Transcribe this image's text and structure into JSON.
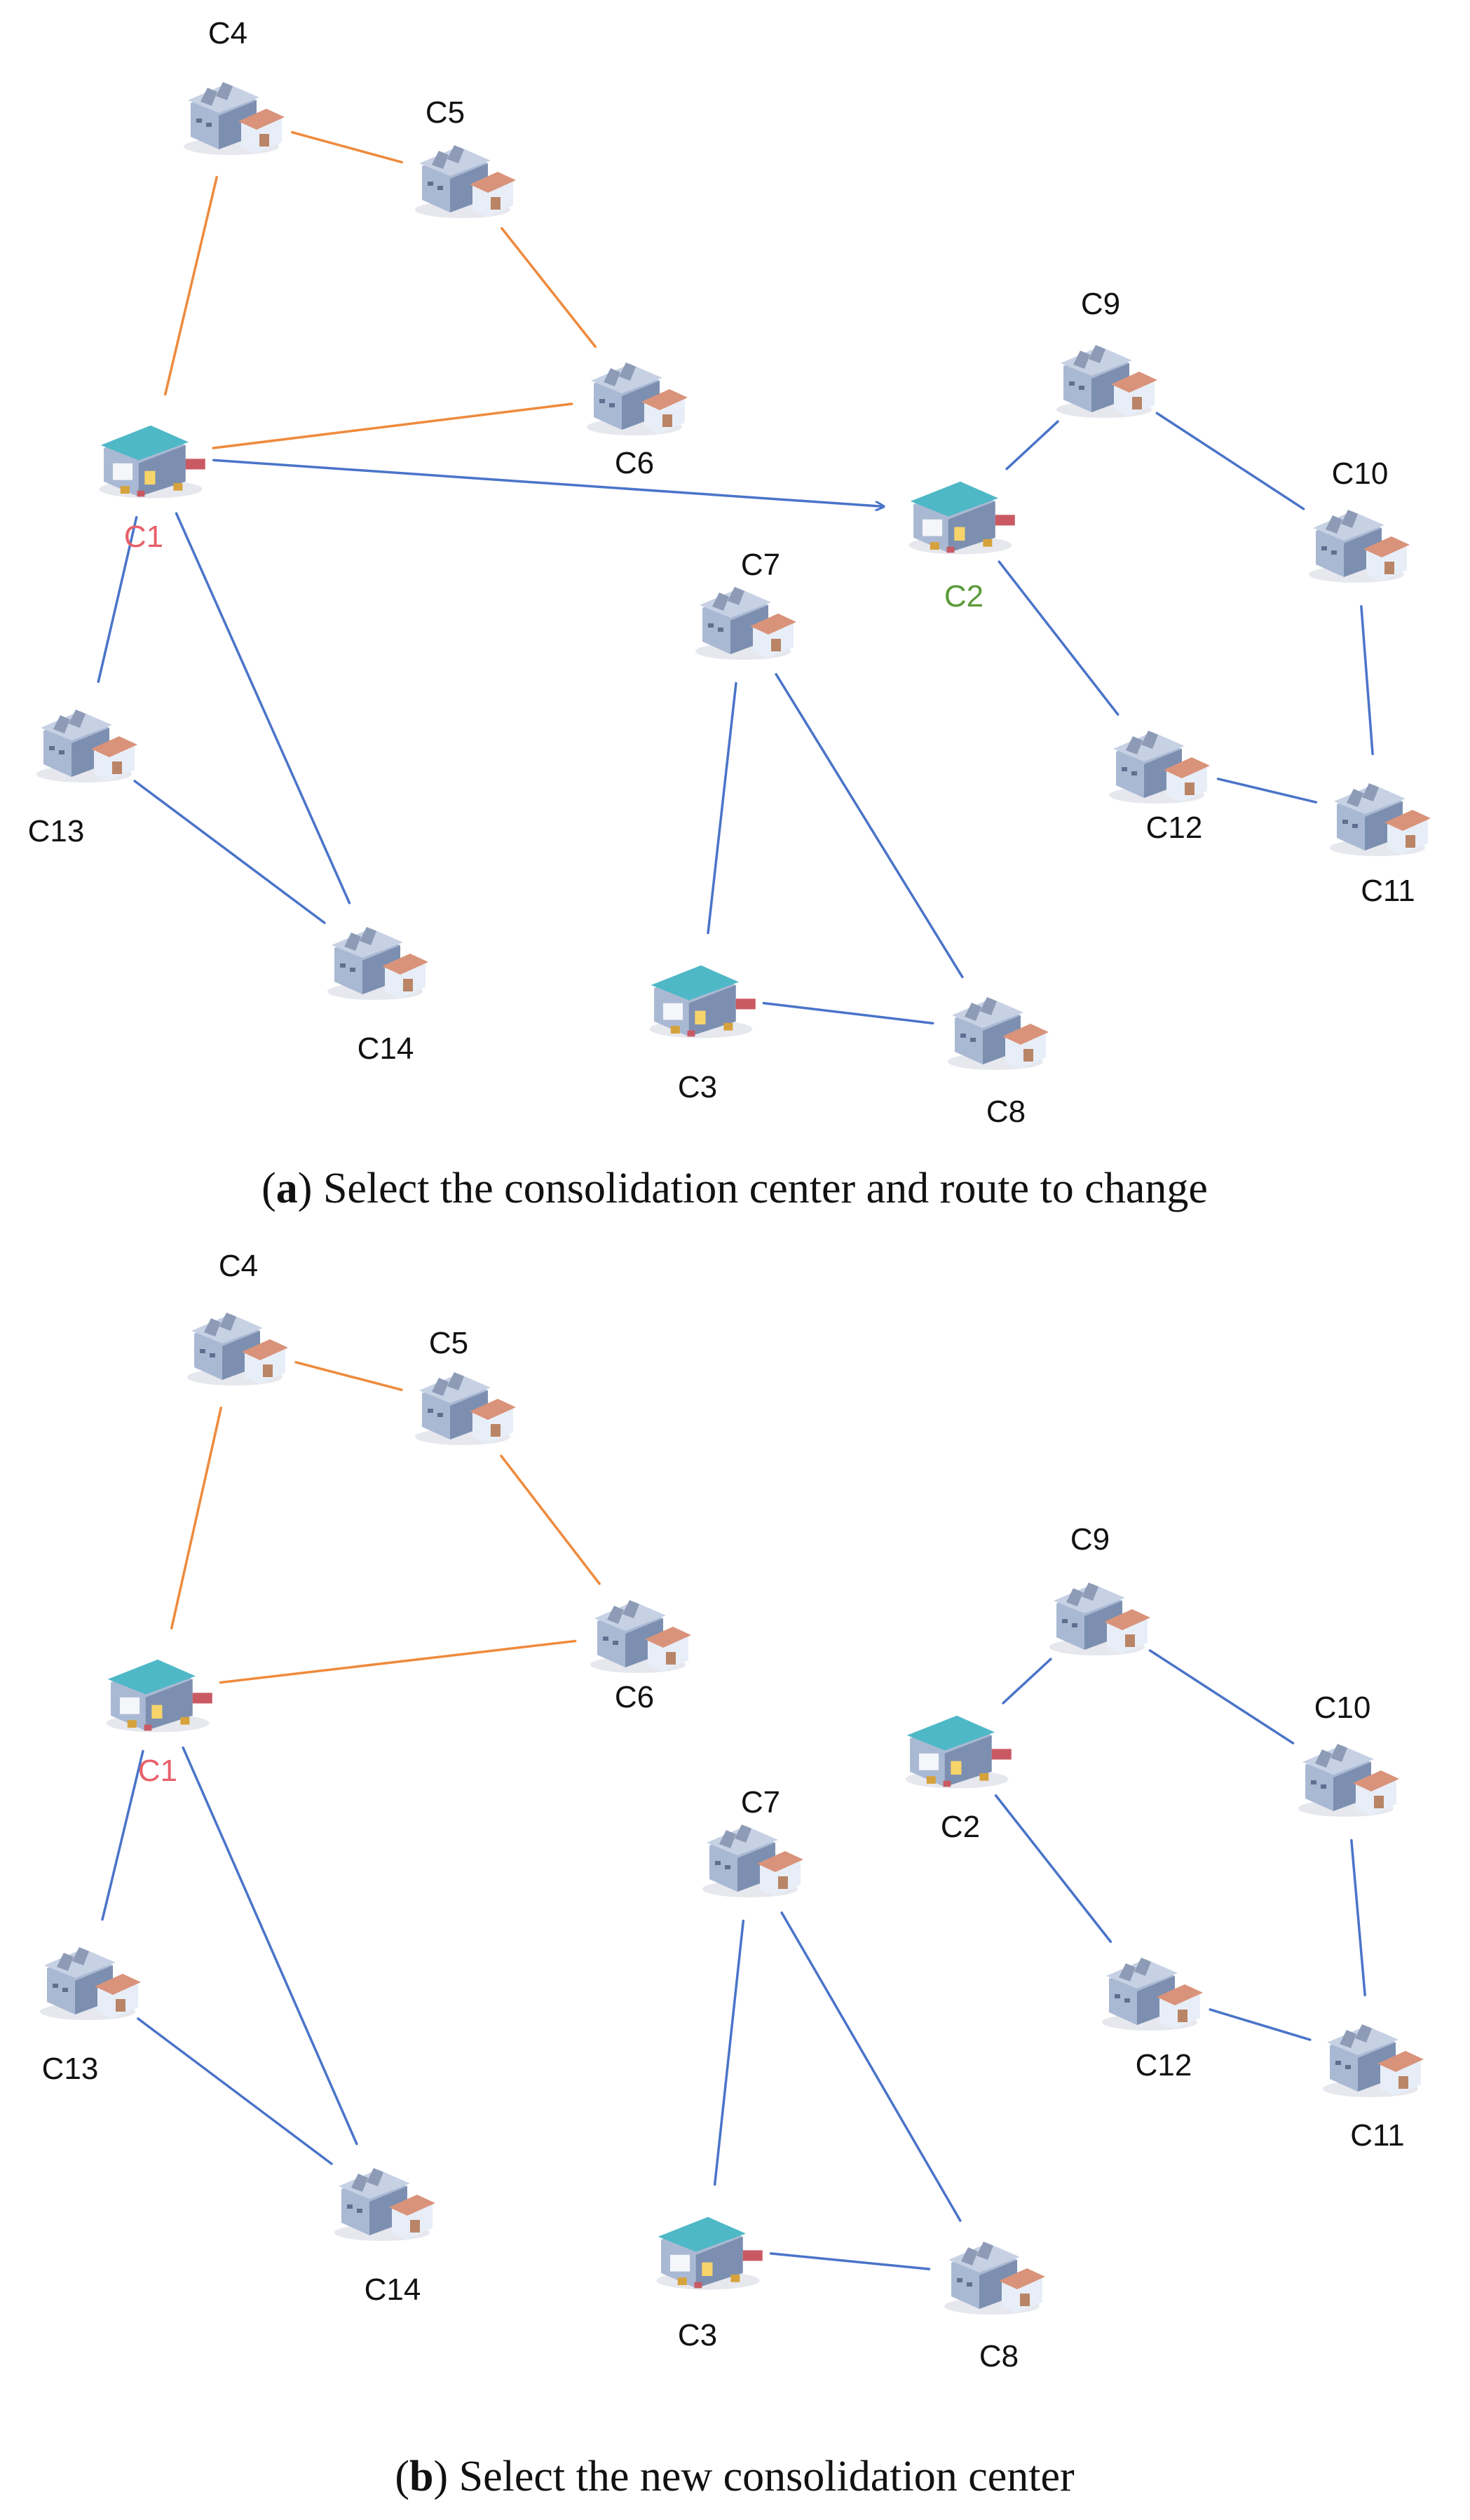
{
  "colors": {
    "orange_route": "#ee8a3c",
    "blue_route": "#4a74c9",
    "label_default": "#111111",
    "label_red": "#e8606a",
    "label_green": "#5b9b3a",
    "building_wall": "#aab9d3",
    "building_wall_dark": "#7c8fb0",
    "building_roof": "#d9937a",
    "center_roof": "#4fb8c7"
  },
  "panels": [
    {
      "id": "a",
      "caption": {
        "letter": "a",
        "text": "Select the consolidation center and route to change"
      },
      "nodes": [
        {
          "id": "C4",
          "label": "C4",
          "kind": "customer"
        },
        {
          "id": "C5",
          "label": "C5",
          "kind": "customer"
        },
        {
          "id": "C6",
          "label": "C6",
          "kind": "customer"
        },
        {
          "id": "C1",
          "label": "C1",
          "kind": "center",
          "label_color": "red"
        },
        {
          "id": "C13",
          "label": "C13",
          "kind": "customer"
        },
        {
          "id": "C14",
          "label": "C14",
          "kind": "customer"
        },
        {
          "id": "C7",
          "label": "C7",
          "kind": "customer"
        },
        {
          "id": "C3",
          "label": "C3",
          "kind": "center"
        },
        {
          "id": "C8",
          "label": "C8",
          "kind": "customer"
        },
        {
          "id": "C9",
          "label": "C9",
          "kind": "customer"
        },
        {
          "id": "C2",
          "label": "C2",
          "kind": "center",
          "label_color": "green"
        },
        {
          "id": "C10",
          "label": "C10",
          "kind": "customer"
        },
        {
          "id": "C12",
          "label": "C12",
          "kind": "customer"
        },
        {
          "id": "C11",
          "label": "C11",
          "kind": "customer"
        }
      ],
      "edges": [
        {
          "from": "C4",
          "to": "C5",
          "color": "orange"
        },
        {
          "from": "C4",
          "to": "C1",
          "color": "orange"
        },
        {
          "from": "C5",
          "to": "C6",
          "color": "orange"
        },
        {
          "from": "C1",
          "to": "C6",
          "color": "orange"
        },
        {
          "from": "C1",
          "to": "C13",
          "color": "blue"
        },
        {
          "from": "C1",
          "to": "C14",
          "color": "blue"
        },
        {
          "from": "C13",
          "to": "C14",
          "color": "blue"
        },
        {
          "from": "C7",
          "to": "C3",
          "color": "blue"
        },
        {
          "from": "C7",
          "to": "C8",
          "color": "blue"
        },
        {
          "from": "C3",
          "to": "C8",
          "color": "blue"
        },
        {
          "from": "C2",
          "to": "C9",
          "color": "blue"
        },
        {
          "from": "C9",
          "to": "C10",
          "color": "blue"
        },
        {
          "from": "C10",
          "to": "C11",
          "color": "blue"
        },
        {
          "from": "C11",
          "to": "C12",
          "color": "blue"
        },
        {
          "from": "C12",
          "to": "C2",
          "color": "blue"
        },
        {
          "from": "C1",
          "to": "C2",
          "color": "blue",
          "arrow": true
        }
      ]
    },
    {
      "id": "b",
      "caption": {
        "letter": "b",
        "text": "Select the new consolidation center"
      },
      "nodes": [
        {
          "id": "C4",
          "label": "C4",
          "kind": "customer"
        },
        {
          "id": "C5",
          "label": "C5",
          "kind": "customer"
        },
        {
          "id": "C6",
          "label": "C6",
          "kind": "customer"
        },
        {
          "id": "C1",
          "label": "C1",
          "kind": "center",
          "label_color": "red"
        },
        {
          "id": "C13",
          "label": "C13",
          "kind": "customer"
        },
        {
          "id": "C14",
          "label": "C14",
          "kind": "customer"
        },
        {
          "id": "C7",
          "label": "C7",
          "kind": "customer"
        },
        {
          "id": "C3",
          "label": "C3",
          "kind": "center"
        },
        {
          "id": "C8",
          "label": "C8",
          "kind": "customer"
        },
        {
          "id": "C9",
          "label": "C9",
          "kind": "customer"
        },
        {
          "id": "C2",
          "label": "C2",
          "kind": "center"
        },
        {
          "id": "C10",
          "label": "C10",
          "kind": "customer"
        },
        {
          "id": "C12",
          "label": "C12",
          "kind": "customer"
        },
        {
          "id": "C11",
          "label": "C11",
          "kind": "customer"
        }
      ],
      "edges": [
        {
          "from": "C4",
          "to": "C5",
          "color": "orange"
        },
        {
          "from": "C4",
          "to": "C1",
          "color": "orange"
        },
        {
          "from": "C5",
          "to": "C6",
          "color": "orange"
        },
        {
          "from": "C1",
          "to": "C6",
          "color": "orange"
        },
        {
          "from": "C1",
          "to": "C13",
          "color": "blue"
        },
        {
          "from": "C1",
          "to": "C14",
          "color": "blue"
        },
        {
          "from": "C13",
          "to": "C14",
          "color": "blue"
        },
        {
          "from": "C7",
          "to": "C3",
          "color": "blue"
        },
        {
          "from": "C7",
          "to": "C8",
          "color": "blue"
        },
        {
          "from": "C3",
          "to": "C8",
          "color": "blue"
        },
        {
          "from": "C2",
          "to": "C9",
          "color": "blue"
        },
        {
          "from": "C9",
          "to": "C10",
          "color": "blue"
        },
        {
          "from": "C10",
          "to": "C11",
          "color": "blue"
        },
        {
          "from": "C11",
          "to": "C12",
          "color": "blue"
        },
        {
          "from": "C12",
          "to": "C2",
          "color": "blue"
        }
      ]
    }
  ]
}
